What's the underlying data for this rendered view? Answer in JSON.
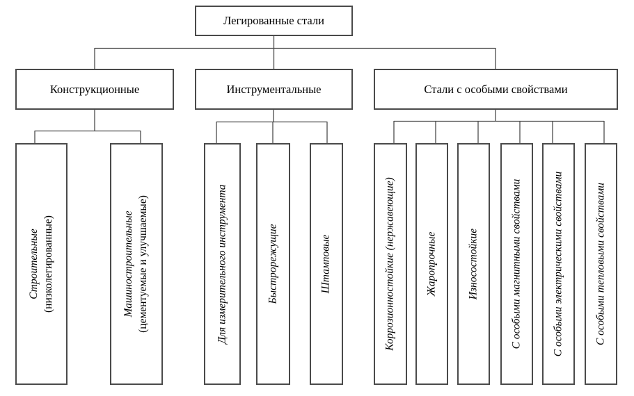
{
  "diagram_title": "Легированные стали",
  "root": {
    "label": "Легированные стали"
  },
  "branches": [
    {
      "label": "Конструкционные",
      "children": [
        {
          "label": "Строительные",
          "sub": "(низколегированные)"
        },
        {
          "label": "Машиностроительные",
          "sub": "(цементуемые и улучшаемые)"
        }
      ]
    },
    {
      "label": "Инструментальные",
      "children": [
        {
          "label": "Для измерительного инструмента"
        },
        {
          "label": "Быстрорежущие"
        },
        {
          "label": "Штамповые"
        }
      ]
    },
    {
      "label": "Стали с особыми свойствами",
      "children": [
        {
          "label": "Коррозионностойкие (нержавеющие)"
        },
        {
          "label": "Жаропрочные"
        },
        {
          "label": "Износостойкие"
        },
        {
          "label": "С особыми магнитными свойствами"
        },
        {
          "label": "С особыми электрическими свойствами"
        },
        {
          "label": "С особыми тепловыми свойствами"
        }
      ]
    }
  ],
  "colors": {
    "background": "#ffffff",
    "box_border": "#4a4a4a",
    "connector_line": "#4a4a4a",
    "text": "#000000"
  }
}
